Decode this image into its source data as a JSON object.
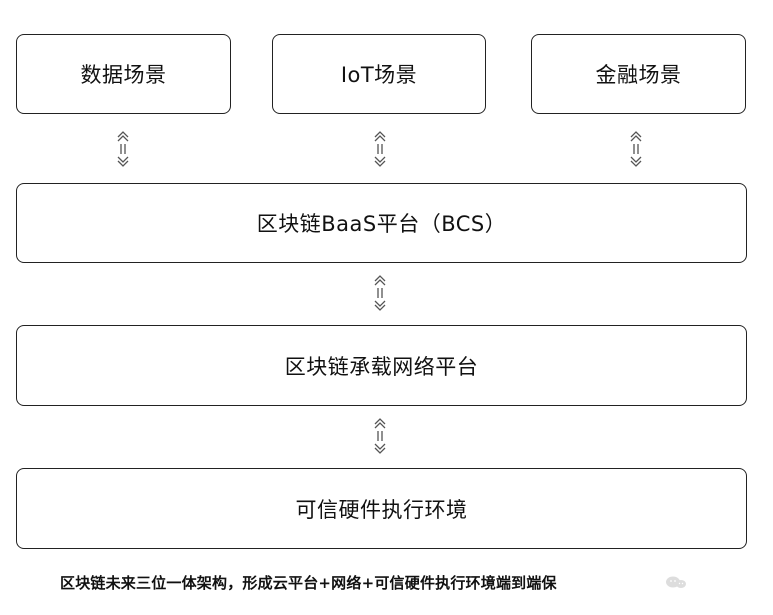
{
  "diagram": {
    "top_boxes": [
      {
        "label": "数据场景"
      },
      {
        "label": "IoT场景"
      },
      {
        "label": "金融场景"
      }
    ],
    "layers": [
      {
        "label": "区块链BaaS平台（BCS）"
      },
      {
        "label": "区块链承载网络平台"
      },
      {
        "label": "可信硬件执行环境"
      }
    ],
    "caption": "区块链未来三位一体架构，形成云平台+网络+可信硬件执行环境端到端保",
    "connector_icon": "double-arrow-up-down-icon",
    "colors": {
      "border": "#222222",
      "text": "#111111",
      "arrow": "#555555",
      "background": "#ffffff"
    }
  }
}
